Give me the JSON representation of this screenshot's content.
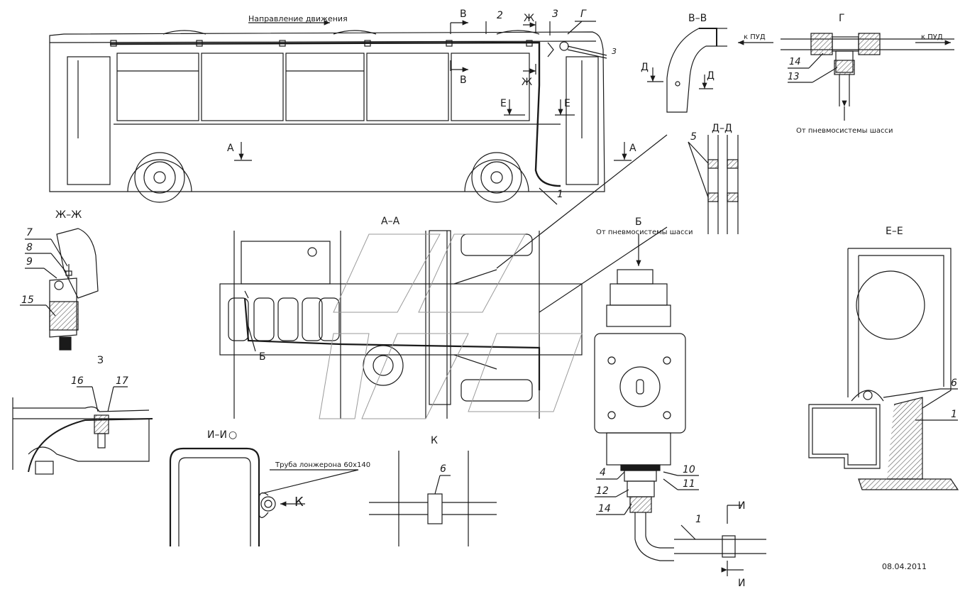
{
  "date": "08.04.2011",
  "caption_direction": "Направление движения",
  "sections": {
    "vv": "В–В",
    "g": "Г",
    "dd": "Д–Д",
    "zhzh": "Ж–Ж",
    "z": "З",
    "aa": "А–А",
    "b": "Б",
    "ee": "Е–Е",
    "ii": "И–И",
    "k": "К"
  },
  "cut_marks": {
    "a": "А",
    "v": "В",
    "zh": "Ж",
    "e": "Е",
    "d": "Д",
    "b": "Б",
    "i": "И",
    "k": "К"
  },
  "notes": {
    "to_pud": "к ПУД",
    "from_chassis": "От пневмосистемы шасси",
    "spar_tube": "Труба лонжерона 60х140",
    "circle_mark": "○"
  },
  "positions": {
    "p1": "1",
    "p2": "2",
    "p3": "3",
    "p4": "4",
    "p5": "5",
    "p6": "6",
    "p7": "7",
    "p8": "8",
    "p9": "9",
    "p10": "10",
    "p11": "11",
    "p12": "12",
    "p13": "13",
    "p14": "14",
    "p15": "15",
    "p16": "16",
    "p17": "17"
  },
  "colors": {
    "line": "#1a1a1a",
    "hatch": "#555555",
    "background": "#ffffff"
  }
}
